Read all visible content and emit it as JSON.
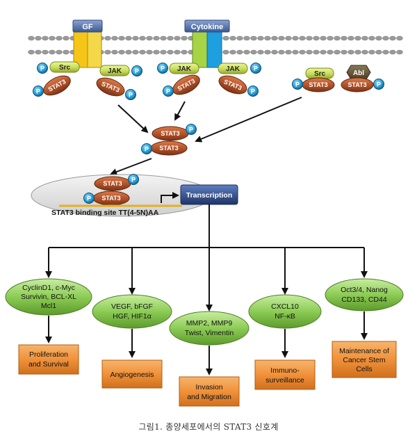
{
  "receptors": {
    "gf": "GF",
    "cytokine": "Cytokine"
  },
  "kinases": {
    "src": "Src",
    "jak": "JAK",
    "abl": "Abl"
  },
  "stat3": "STAT3",
  "phospho": "P",
  "binding_site": "STAT3 binding site TT(4-5N)AA",
  "transcription": "Transcription",
  "targets": [
    {
      "genes": [
        "CyclinD1, c-Myc",
        "Survivin,  BCL-XL",
        "Mcl1"
      ],
      "outcome": [
        "Proliferation",
        "and Survival"
      ]
    },
    {
      "genes": [
        "VEGF, bFGF",
        "HGF, HIF1α"
      ],
      "outcome": [
        "Angiogenesis"
      ]
    },
    {
      "genes": [
        "MMP2, MMP9",
        "Twist, Vimentin"
      ],
      "outcome": [
        "Invasion",
        "and Migration"
      ]
    },
    {
      "genes": [
        "CXCL10",
        "NF-κB"
      ],
      "outcome": [
        "Immuno-",
        "surveillance"
      ]
    },
    {
      "genes": [
        "Oct3/4, Nanog",
        "CD133, CD44"
      ],
      "outcome": [
        "Maintenance of",
        "Cancer Stem",
        "Cells"
      ]
    }
  ],
  "caption": "그림1. 종양세포에서의 STAT3 신호계",
  "colors": {
    "stat3": "#b5542a",
    "phospho": "#2a9fd6",
    "kinase": "#c8dc5a",
    "gene_oval": "#8ccc55",
    "outcome_box": "#f0913a",
    "transcription": "#2f4d8a",
    "gf_receptor": "#f5c518",
    "cytokine_left": "#a6d444",
    "cytokine_right": "#1e9fe0",
    "receptor_cap": "#4e6fa8"
  }
}
